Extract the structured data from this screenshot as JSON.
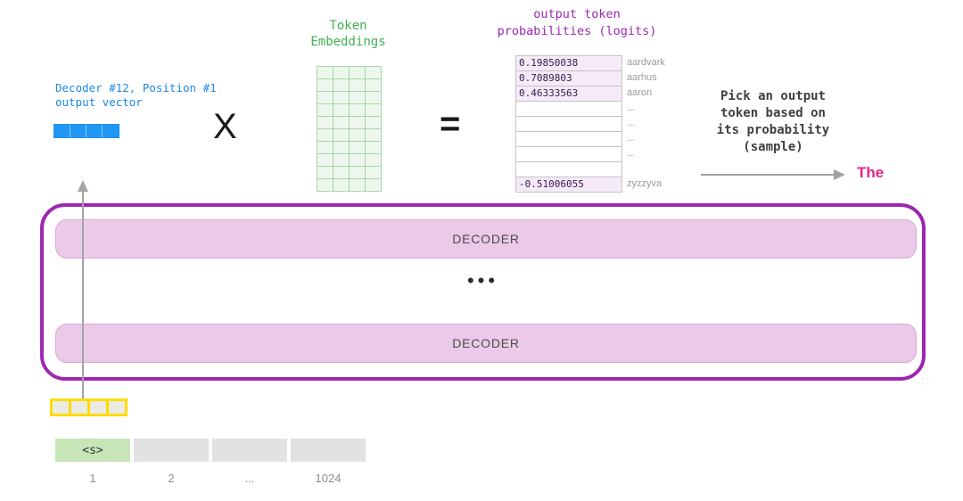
{
  "colors": {
    "blue": "#2196f3",
    "green": "#41b053",
    "purple": "#9c27b0",
    "decoder_fill": "#ebc9e9",
    "magenta": "#eb2188",
    "arrow_gray": "#a3a3a3",
    "yellow": "#ffdb00"
  },
  "output_vector": {
    "label_line1": "Decoder #12, Position #1",
    "label_line2": "output vector",
    "cell_count": 4
  },
  "operators": {
    "multiply": "X",
    "equals": "="
  },
  "token_embeddings": {
    "title_line1": "Token",
    "title_line2": "Embeddings",
    "rows": 10,
    "cols": 4
  },
  "logits": {
    "title_line1": "output token",
    "title_line2": "probabilities (logits)",
    "rows": [
      {
        "value": "0.19850038",
        "label": "aardvark"
      },
      {
        "value": "0.7089803",
        "label": "aarhus"
      },
      {
        "value": "0.46333563",
        "label": "aaron"
      },
      {
        "value": "",
        "label": "..."
      },
      {
        "value": "",
        "label": "..."
      },
      {
        "value": "",
        "label": "..."
      },
      {
        "value": "",
        "label": "..."
      },
      {
        "value": "",
        "label": ""
      },
      {
        "value": "-0.51006055",
        "label": "zyzzyva"
      }
    ]
  },
  "sample_note": {
    "lines": [
      "Pick an output",
      "token based on",
      "its probability",
      "(sample)"
    ]
  },
  "sampled_token": "The",
  "decoder_stack": {
    "top_label": "DECODER",
    "dots": "•••",
    "bottom_label": "DECODER"
  },
  "input": {
    "embedding_cell_count": 4,
    "tokens": [
      {
        "label": "<s>",
        "highlight": true
      },
      {
        "label": "",
        "highlight": false
      },
      {
        "label": "",
        "highlight": false
      },
      {
        "label": "",
        "highlight": false
      }
    ],
    "positions": [
      "1",
      "2",
      "...",
      "1024"
    ]
  }
}
